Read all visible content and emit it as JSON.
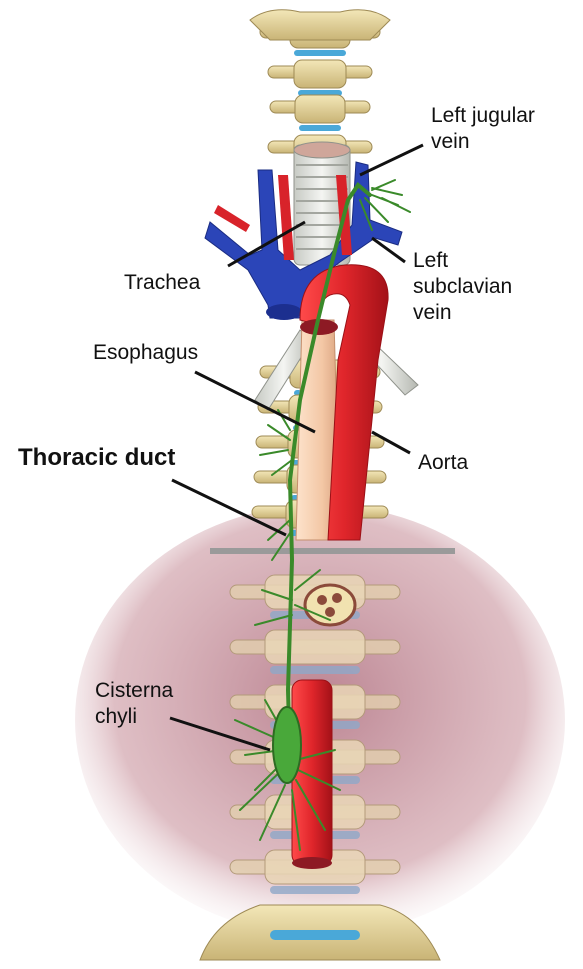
{
  "labels": {
    "left_jugular_vein": {
      "line1": "Left jugular",
      "line2": "vein"
    },
    "trachea": "Trachea",
    "left_subclavian_vein": {
      "line1": "Left",
      "line2": "subclavian",
      "line3": "vein"
    },
    "esophagus": "Esophagus",
    "aorta": "Aorta",
    "thoracic_duct": "Thoracic duct",
    "cisterna_chyli": {
      "line1": "Cisterna",
      "line2": "chyli"
    }
  },
  "colors": {
    "bone": "#e8d9a0",
    "bone_dark": "#b8a266",
    "disc": "#4aa8d8",
    "artery": "#d8232a",
    "vein": "#2b45b8",
    "esophagus": "#f6cfae",
    "lymph": "#3a8a2a",
    "trachea": "#d9dcd6",
    "abdomen": "#b57a86",
    "label_line": "#111111"
  }
}
